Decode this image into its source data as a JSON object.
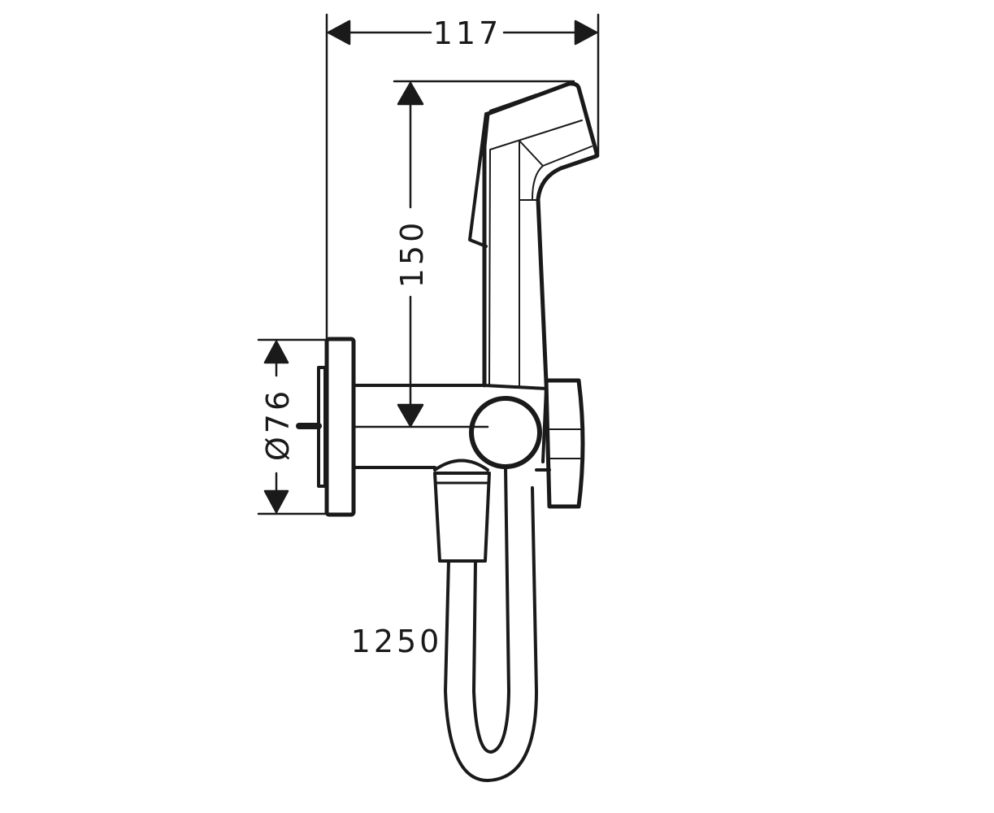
{
  "drawing": {
    "dimensions": {
      "width": "117",
      "height": "150",
      "flange_diameter": "Ø76",
      "hose_length": "1250"
    },
    "colors": {
      "line": "#1a1a1a",
      "background": "#ffffff"
    }
  }
}
